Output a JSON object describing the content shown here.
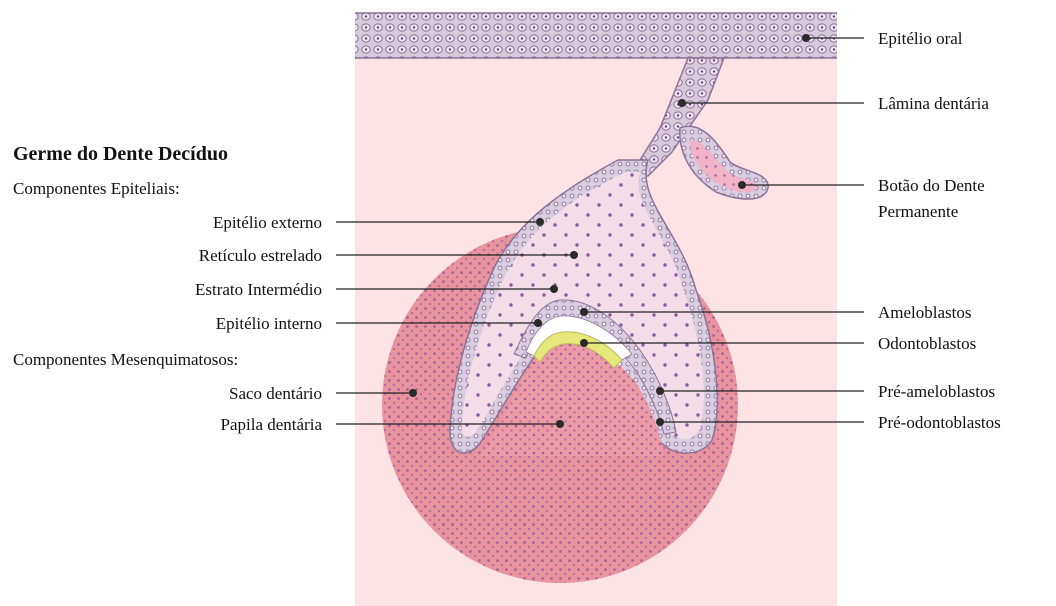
{
  "title": "Germe do Dente Decíduo",
  "groups": {
    "epithelial": "Componentes Epiteliais:",
    "mesenchymal": "Componentes Mesenquimatosos:"
  },
  "left_labels": {
    "outer_epithelium": "Epitélio externo",
    "stellate_reticulum": "Retículo estrelado",
    "stratum_intermedium": "Estrato Intermédio",
    "inner_epithelium": "Epitélio interno",
    "dental_sac": "Saco dentário",
    "dental_papilla": "Papila dentária"
  },
  "right_labels": {
    "oral_epithelium": "Epitélio oral",
    "dental_lamina": "Lâmina dentária",
    "permanent_bud_line1": "Botão do Dente",
    "permanent_bud_line2": "Permanente",
    "ameloblasts": "Ameloblastos",
    "odontoblasts": "Odontoblastos",
    "preameloblasts": "Pré-ameloblastos",
    "preodontoblasts": "Pré-odontoblastos"
  },
  "colors": {
    "background_tissue": "#fde3e6",
    "dental_sac": "#e9939f",
    "enamel_organ": "#f4dbe6",
    "epithelium_border": "#8d7397",
    "oral_epithelium": "#cdbfd2",
    "cell_dots": "#9a5ea0",
    "predentin": "#e3e879"
  }
}
